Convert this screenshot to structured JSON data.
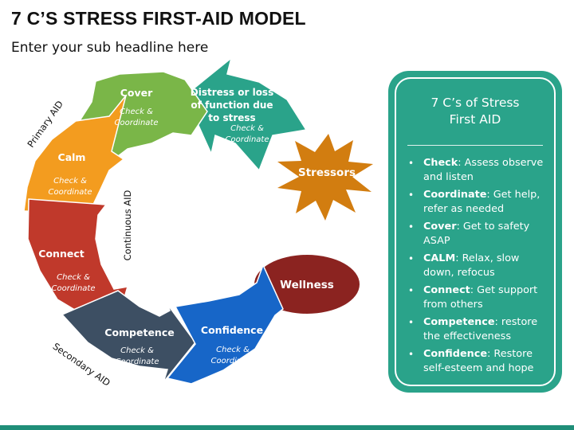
{
  "header": {
    "title": "7 C’S STRESS FIRST-AID MODEL",
    "subtitle": "Enter your sub headline here"
  },
  "diagram": {
    "sub_label": "Check &",
    "sub_label_2": "Coordinate",
    "segments": [
      {
        "label": "Distress or loss",
        "label_2": "of function due",
        "label_3": "to stress",
        "color": "#2aa38a"
      },
      {
        "label": "Cover",
        "color": "#7ab648"
      },
      {
        "label": "Calm",
        "color": "#f39c1f"
      },
      {
        "label": "Connect",
        "color": "#c0392b"
      },
      {
        "label": "Competence",
        "color": "#3d4f63"
      },
      {
        "label": "Confidence",
        "color": "#1766c8"
      }
    ],
    "side_labels": {
      "primary": "Primary AID",
      "continuous": "Continuous AID",
      "secondary": "Secondary AID"
    },
    "stressors": {
      "label": "Stressors",
      "color": "#d27d10"
    },
    "wellness": {
      "label": "Wellness",
      "color": "#8b2320"
    }
  },
  "panel": {
    "title_line1": "7 C’s of Stress",
    "title_line2": "First AID",
    "color": "#2aa38a",
    "items": [
      {
        "term": "Check",
        "text": ": Assess observe and listen"
      },
      {
        "term": "Coordinate",
        "text": ": Get help, refer as needed"
      },
      {
        "term": "Cover",
        "text": ": Get to safety ASAP"
      },
      {
        "term": "CALM",
        "text": ": Relax, slow down, refocus"
      },
      {
        "term": "Connect",
        "text": ": Get support from others"
      },
      {
        "term": "Competence",
        "text": ": restore the effectiveness"
      },
      {
        "term": "Confidence",
        "text": ": Restore self-esteem and hope"
      }
    ]
  }
}
